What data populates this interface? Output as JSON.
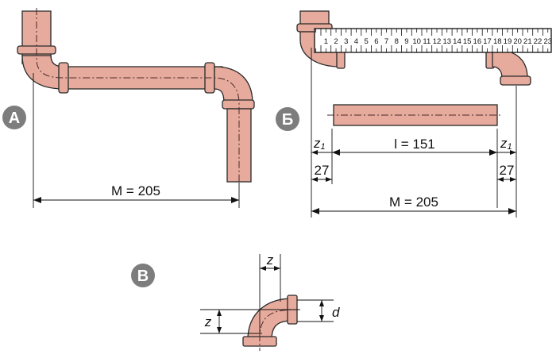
{
  "panels": {
    "a": {
      "badge": "А",
      "dimension": "M = 205"
    },
    "b": {
      "badge": "Б",
      "ruler_numbers": [
        "1",
        "2",
        "3",
        "4",
        "5",
        "6",
        "7",
        "8",
        "9",
        "10",
        "11",
        "12",
        "13",
        "14",
        "15",
        "16",
        "17",
        "18",
        "19",
        "20",
        "21",
        "22",
        "23"
      ],
      "z_left": {
        "main": "z",
        "sub": "1"
      },
      "z_right": {
        "main": "z",
        "sub": "1"
      },
      "length": "l = 151",
      "offset_left": "27",
      "offset_right": "27",
      "total": "M = 205"
    },
    "c": {
      "badge": "В",
      "z_top": "z",
      "z_side": "z",
      "d_label": "d"
    }
  },
  "colors": {
    "pipe_fill": "#e6ab9c",
    "badge": "#7d7d7d"
  }
}
